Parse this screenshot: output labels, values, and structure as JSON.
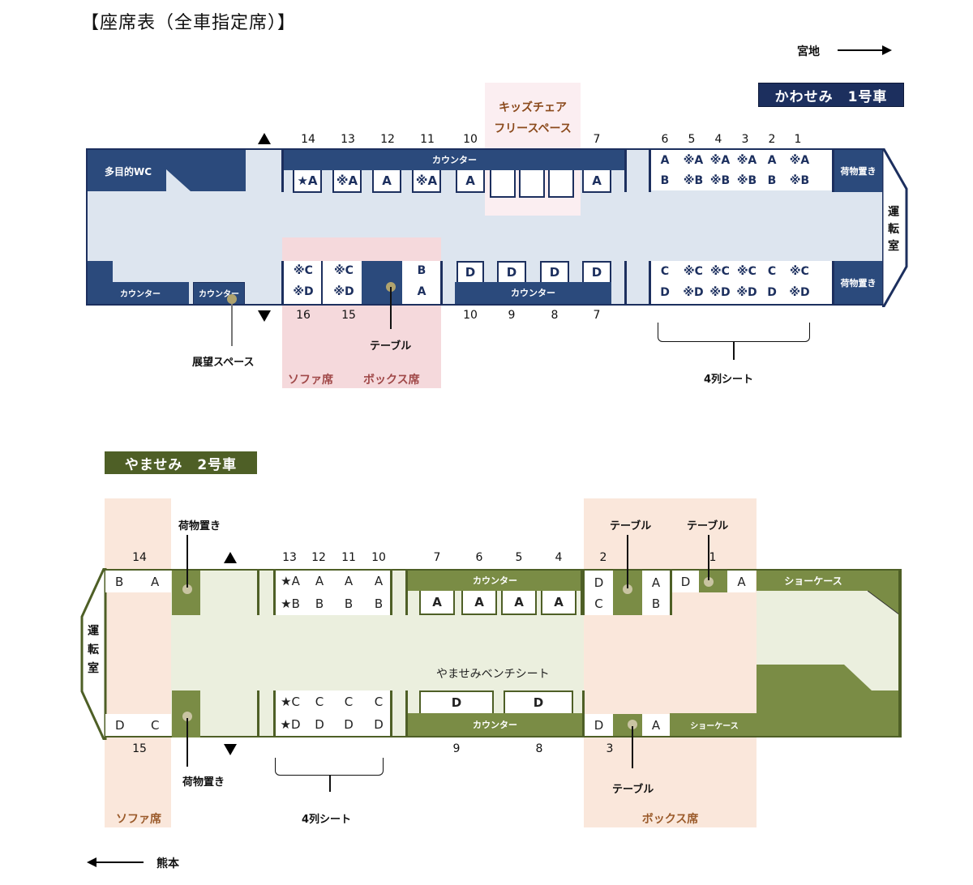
{
  "title": "【座席表（全車指定席）】",
  "direction_top": {
    "label": "宮地",
    "arrow": "right"
  },
  "direction_bottom": {
    "label": "熊本",
    "arrow": "left"
  },
  "colors": {
    "car1_primary": "#1c2f5e",
    "car1_fill": "#2b4a7c",
    "car1_floor": "#dde5ef",
    "car1_highlight": "#f5d9dc",
    "car1_kids_area": "#fbeef1",
    "car2_primary": "#4e5f26",
    "car2_fill": "#7a8c45",
    "car2_floor": "#ebefde",
    "car2_highlight": "#fae7db",
    "label_brown": "#8b4a1c",
    "table_dot": "#bfb68f"
  },
  "car1": {
    "label": "かわせみ　1号車",
    "multipurpose_wc": "多目的WC",
    "counter_label": "カウンター",
    "luggage_top": "荷物置き",
    "luggage_bottom": "荷物置き",
    "driver_cab": [
      "運",
      "転",
      "室"
    ],
    "kids_area": [
      "キッズチェア",
      "フリースペース"
    ],
    "top_row_numbers": [
      "14",
      "13",
      "12",
      "11",
      "10",
      "7"
    ],
    "top_row_seats": [
      "★A",
      "※A",
      "A",
      "※A",
      "A",
      "A"
    ],
    "bottom_row_numbers": [
      "16",
      "15",
      "10",
      "9",
      "8",
      "7"
    ],
    "sofa_seats": [
      [
        "※C",
        "※D"
      ],
      [
        "※C",
        "※D"
      ]
    ],
    "box_seats": [
      "B",
      "A"
    ],
    "bottom_counter_seats": [
      "D",
      "D",
      "D",
      "D"
    ],
    "four_row_numbers": [
      "6",
      "5",
      "4",
      "3",
      "2",
      "1"
    ],
    "four_row_top": [
      [
        "A",
        "B"
      ],
      [
        "※A",
        "※B"
      ],
      [
        "※A",
        "※B"
      ],
      [
        "※A",
        "※B"
      ],
      [
        "A",
        "B"
      ],
      [
        "※A",
        "※B"
      ]
    ],
    "four_row_bottom": [
      [
        "C",
        "D"
      ],
      [
        "※C",
        "※D"
      ],
      [
        "※C",
        "※D"
      ],
      [
        "※C",
        "※D"
      ],
      [
        "C",
        "D"
      ],
      [
        "※C",
        "※D"
      ]
    ],
    "annotations": {
      "observation": "展望スペース",
      "table": "テーブル",
      "sofa": "ソファ席",
      "box": "ボックス席",
      "four_row": "4列シート"
    }
  },
  "car2": {
    "label": "やませみ　2号車",
    "driver_cab": [
      "運",
      "転",
      "室"
    ],
    "sofa_top_number": "14",
    "sofa_top_seats": [
      "B",
      "A"
    ],
    "sofa_bottom_number": "15",
    "sofa_bottom_seats": [
      "D",
      "C"
    ],
    "luggage_top": "荷物置き",
    "luggage_bottom": "荷物置き",
    "four_row_numbers": [
      "13",
      "12",
      "11",
      "10"
    ],
    "four_row_top": [
      [
        "★A",
        "★B"
      ],
      [
        "A",
        "B"
      ],
      [
        "A",
        "B"
      ],
      [
        "A",
        "B"
      ]
    ],
    "four_row_bottom": [
      [
        "★C",
        "★D"
      ],
      [
        "C",
        "D"
      ],
      [
        "C",
        "D"
      ],
      [
        "C",
        "D"
      ]
    ],
    "counter_top_numbers": [
      "7",
      "6",
      "5",
      "4"
    ],
    "counter_top_seats": [
      "A",
      "A",
      "A",
      "A"
    ],
    "counter_label": "カウンター",
    "bench_label": "やませみベンチシート",
    "counter_bottom_numbers": [
      "9",
      "8"
    ],
    "counter_bottom_seats": [
      "D",
      "D"
    ],
    "box_numbers": [
      "2",
      "1",
      "3"
    ],
    "box2_seats": [
      [
        "D",
        "C"
      ],
      [
        "A",
        "B"
      ]
    ],
    "box1_seats": [
      "D",
      "A"
    ],
    "box3_seats": [
      "D",
      "A"
    ],
    "showcase_top": "ショーケース",
    "showcase_bottom": "ショーケース",
    "annotations": {
      "table_1": "テーブル",
      "table_2": "テーブル",
      "table_3": "テーブル",
      "sofa": "ソファ席",
      "box": "ボックス席",
      "four_row": "4列シート"
    }
  }
}
